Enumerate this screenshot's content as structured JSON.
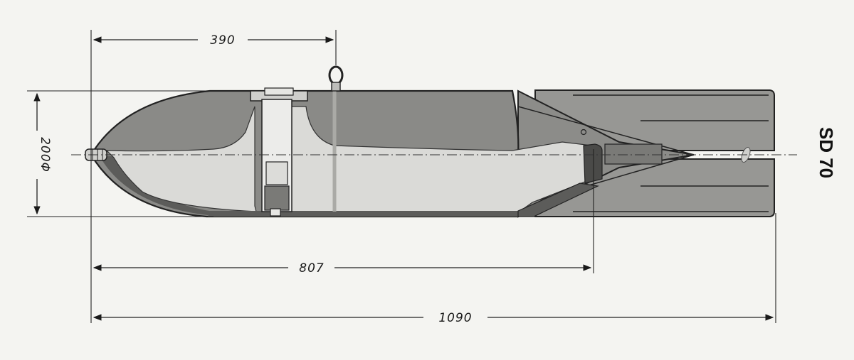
{
  "drawing": {
    "title": "SD 70",
    "dimensions": {
      "nose_to_lug": "390",
      "diameter": "200Φ",
      "nose_to_tail_cone": "807",
      "overall_length": "1090"
    }
  },
  "colors": {
    "paper": "#f4f4f1",
    "casing": "#8a8a87",
    "casing_dark": "#5c5c5a",
    "interior": "#d9d9d6",
    "outline": "#222222",
    "tail": "#979794"
  }
}
